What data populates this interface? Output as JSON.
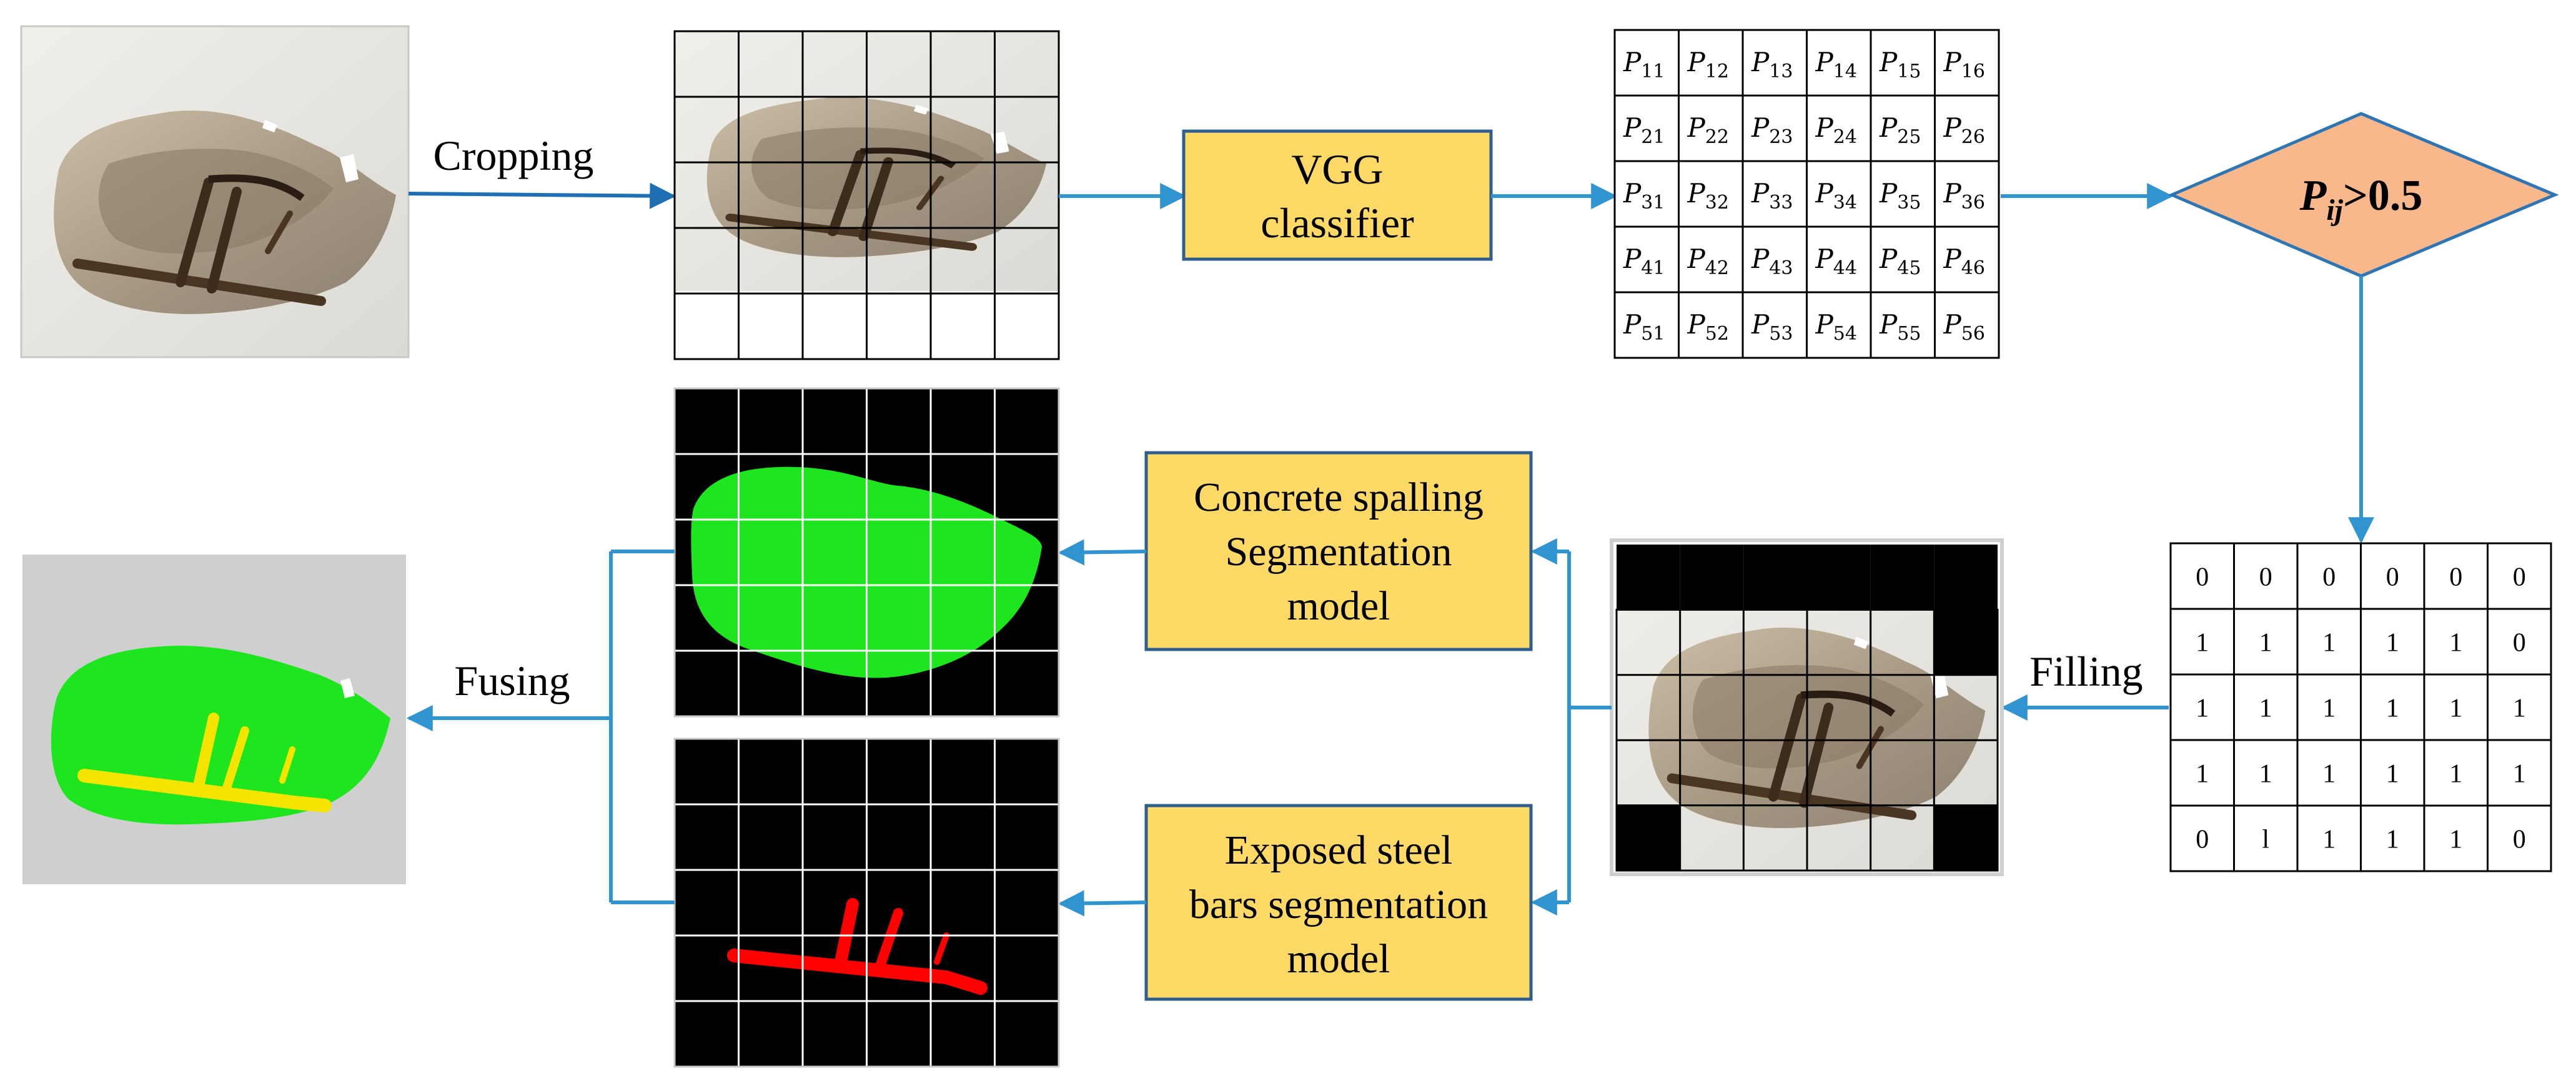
{
  "labels": {
    "cropping": "Cropping",
    "fusing": "Fusing",
    "filling": "Filling"
  },
  "boxes": {
    "vgg_line1": "VGG",
    "vgg_line2": "classifier",
    "concrete_line1": "Concrete spalling",
    "concrete_line2": "Segmentation",
    "concrete_line3": "model",
    "steel_line1": "Exposed steel",
    "steel_line2": "bars segmentation",
    "steel_line3": "model"
  },
  "decision": {
    "symbol": "P",
    "subscript": "ij",
    "comparison": ">0.5"
  },
  "prob_matrix": {
    "symbol": "P",
    "subscripts": [
      [
        "11",
        "12",
        "13",
        "14",
        "15",
        "16"
      ],
      [
        "21",
        "22",
        "23",
        "24",
        "25",
        "26"
      ],
      [
        "31",
        "32",
        "33",
        "34",
        "35",
        "36"
      ],
      [
        "41",
        "42",
        "43",
        "44",
        "45",
        "46"
      ],
      [
        "51",
        "52",
        "53",
        "54",
        "55",
        "56"
      ]
    ]
  },
  "binary_matrix": [
    [
      "0",
      "0",
      "0",
      "0",
      "0",
      "0"
    ],
    [
      "1",
      "1",
      "1",
      "1",
      "1",
      "0"
    ],
    [
      "1",
      "1",
      "1",
      "1",
      "1",
      "1"
    ],
    [
      "1",
      "1",
      "1",
      "1",
      "1",
      "1"
    ],
    [
      "0",
      "l",
      "1",
      "1",
      "1",
      "0"
    ]
  ],
  "filled_mask": [
    [
      0,
      0,
      0,
      0,
      0,
      0
    ],
    [
      1,
      1,
      1,
      1,
      1,
      0
    ],
    [
      1,
      1,
      1,
      1,
      1,
      1
    ],
    [
      1,
      1,
      1,
      1,
      1,
      1
    ],
    [
      0,
      1,
      1,
      1,
      1,
      0
    ]
  ],
  "colors": {
    "arrow": "#2f94cf",
    "arrow_dark": "#1f6fb5",
    "box_fill": "#ffd966",
    "box_stroke": "#2e5e8e",
    "diamond_fill": "#f8b88b",
    "diamond_stroke": "#2e75b6",
    "spall_green": "#1ee61e",
    "steel_red": "#ff0000",
    "steel_yellow": "#f5e400",
    "wall": "#ecebe6",
    "concrete": "#bcae97"
  }
}
